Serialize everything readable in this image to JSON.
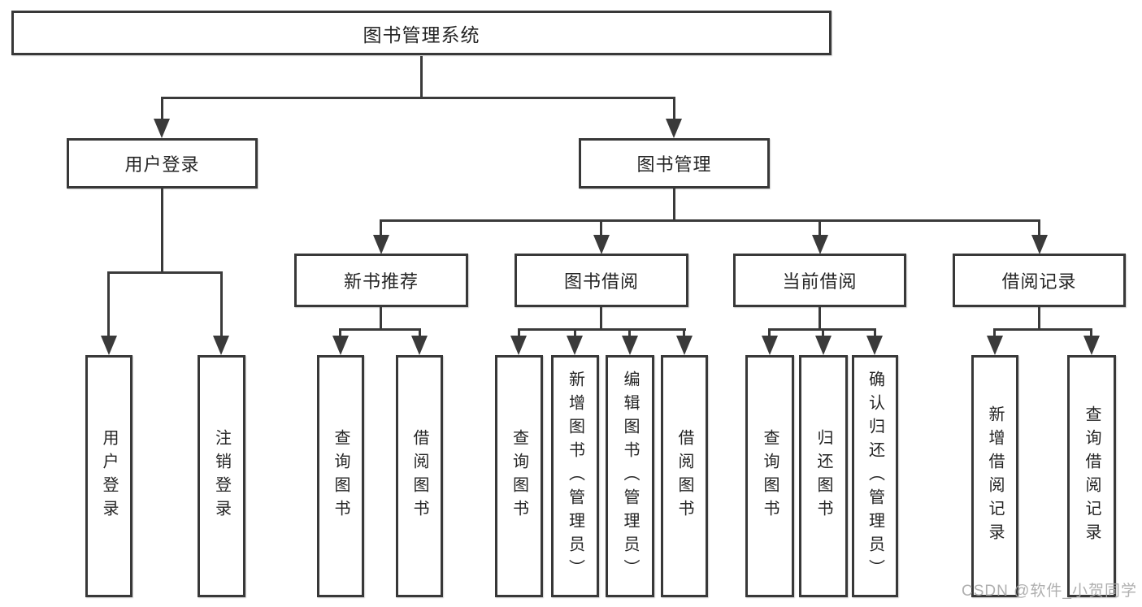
{
  "diagram": {
    "title": "图书管理系统",
    "level2": {
      "user": "用户登录",
      "book": "图书管理"
    },
    "level3": {
      "new_book": "新书推荐",
      "borrow": "图书借阅",
      "current": "当前借阅",
      "record": "借阅记录"
    },
    "leaves": {
      "user": [
        "用户登录",
        "注销登录"
      ],
      "new_book": [
        "查询图书",
        "借阅图书"
      ],
      "borrow": [
        "查询图书",
        "新增图书（管理员）",
        "编辑图书（管理员）",
        "借阅图书"
      ],
      "current": [
        "查询图书",
        "归还图书",
        "确认归还（管理员）"
      ],
      "record": [
        "新增借阅记录",
        "查询借阅记录"
      ]
    }
  },
  "watermark": {
    "text": "CSDN @软件_小贺同学"
  },
  "colors": {
    "line": "#3a3a3a",
    "border": "#383838",
    "text": "#242424",
    "watermark_gray": "#a8a8a8",
    "background": "#ffffff"
  }
}
